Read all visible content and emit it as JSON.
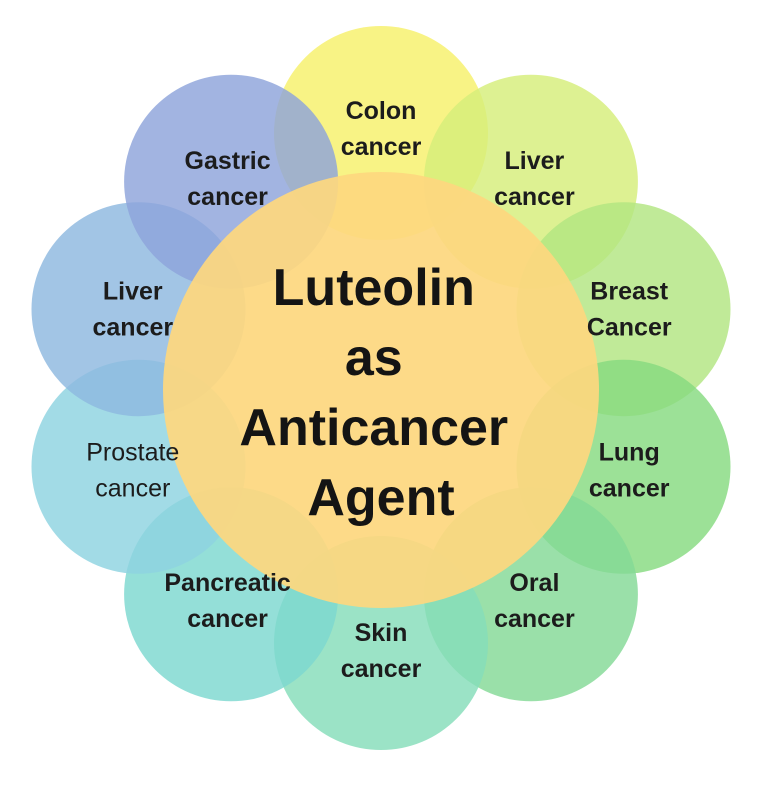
{
  "center": {
    "lines": [
      "Luteolin",
      "as",
      "Anticancer",
      "Agent"
    ],
    "color": "#FDD77F"
  },
  "petals": [
    {
      "id": "colon",
      "lines": [
        "Colon",
        "cancer"
      ],
      "weight": "bold",
      "color": "#F7F06A"
    },
    {
      "id": "liver-right",
      "lines": [
        "Liver",
        "cancer"
      ],
      "weight": "bold",
      "color": "#D5EE7A"
    },
    {
      "id": "breast",
      "lines": [
        "Breast",
        "Cancer"
      ],
      "weight": "bold",
      "color": "#B2E581"
    },
    {
      "id": "lung",
      "lines": [
        "Lung",
        "cancer"
      ],
      "weight": "bold",
      "color": "#86DB80"
    },
    {
      "id": "oral",
      "lines": [
        "Oral",
        "cancer"
      ],
      "weight": "bold",
      "color": "#84D996"
    },
    {
      "id": "skin",
      "lines": [
        "Skin",
        "cancer"
      ],
      "weight": "bold",
      "color": "#85DDBA"
    },
    {
      "id": "pancreatic",
      "lines": [
        "Pancreatic",
        "cancer"
      ],
      "weight": "bold",
      "color": "#7DD8CF"
    },
    {
      "id": "prostate",
      "lines": [
        "Prostate",
        "cancer"
      ],
      "weight": "normal",
      "color": "#8DD3E0"
    },
    {
      "id": "liver-left",
      "lines": [
        "Liver",
        "cancer"
      ],
      "weight": "bold",
      "color": "#8DB8DF"
    },
    {
      "id": "gastric",
      "lines": [
        "Gastric",
        "cancer"
      ],
      "weight": "bold",
      "color": "#8EA3DA"
    }
  ]
}
